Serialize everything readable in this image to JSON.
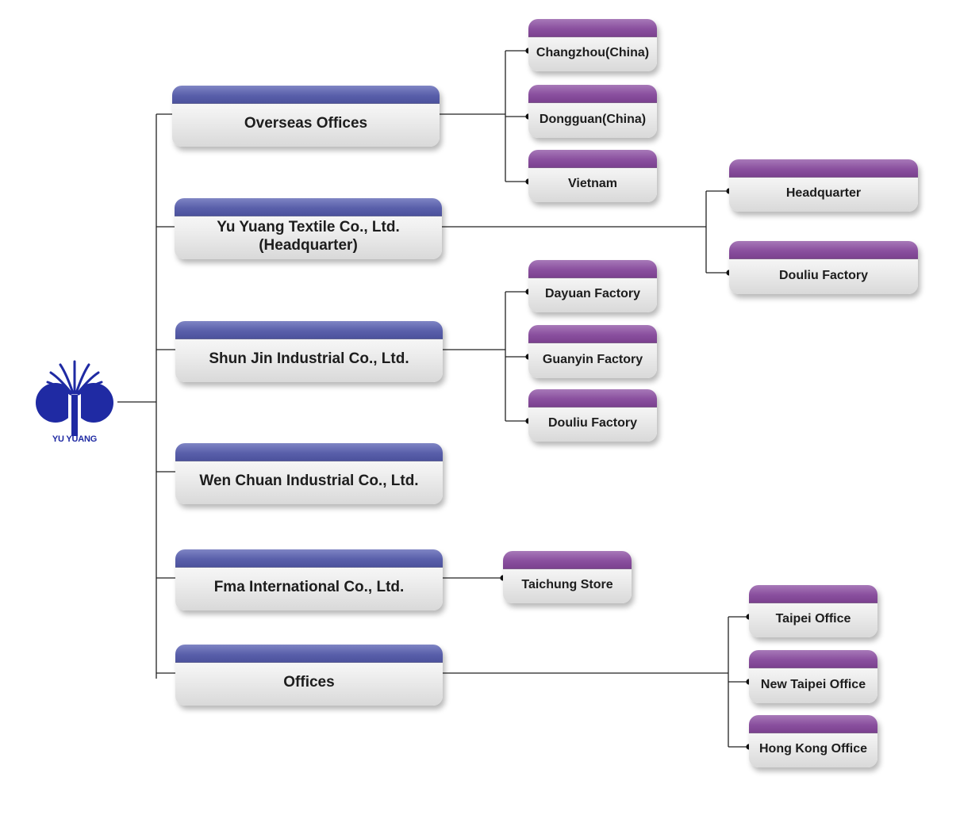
{
  "brand": {
    "name": "YU YUANG",
    "logo_color": "#1f2aa3"
  },
  "colors": {
    "main_cap": "#5a60ab",
    "sub_cap": "#8a509f",
    "line": "#222222"
  },
  "companies": [
    {
      "id": "overseas",
      "label": "Overseas Offices",
      "children": [
        {
          "id": "changzhou",
          "label": "Changzhou(China)"
        },
        {
          "id": "dongguan",
          "label": "Dongguan(China)"
        },
        {
          "id": "vietnam",
          "label": "Vietnam"
        }
      ]
    },
    {
      "id": "textile",
      "label": "Yu Yuang Textile Co., Ltd.\n(Headquarter)",
      "children": [
        {
          "id": "hq",
          "label": "Headquarter"
        },
        {
          "id": "douliu-textile",
          "label": "Douliu Factory"
        }
      ]
    },
    {
      "id": "shunjin",
      "label": "Shun Jin Industrial Co., Ltd.",
      "children": [
        {
          "id": "dayuan",
          "label": "Dayuan Factory"
        },
        {
          "id": "guanyin",
          "label": "Guanyin Factory"
        },
        {
          "id": "douliu-shunjin",
          "label": "Douliu Factory"
        }
      ]
    },
    {
      "id": "wenchuan",
      "label": "Wen Chuan Industrial Co., Ltd.",
      "children": []
    },
    {
      "id": "fma",
      "label": "Fma International Co., Ltd.",
      "children": [
        {
          "id": "taichung",
          "label": "Taichung Store"
        }
      ]
    },
    {
      "id": "offices",
      "label": "Offices",
      "children": [
        {
          "id": "taipei",
          "label": "Taipei Office"
        },
        {
          "id": "newtaipei",
          "label": "New Taipei Office"
        },
        {
          "id": "hongkong",
          "label": "Hong Kong Office"
        }
      ]
    }
  ]
}
